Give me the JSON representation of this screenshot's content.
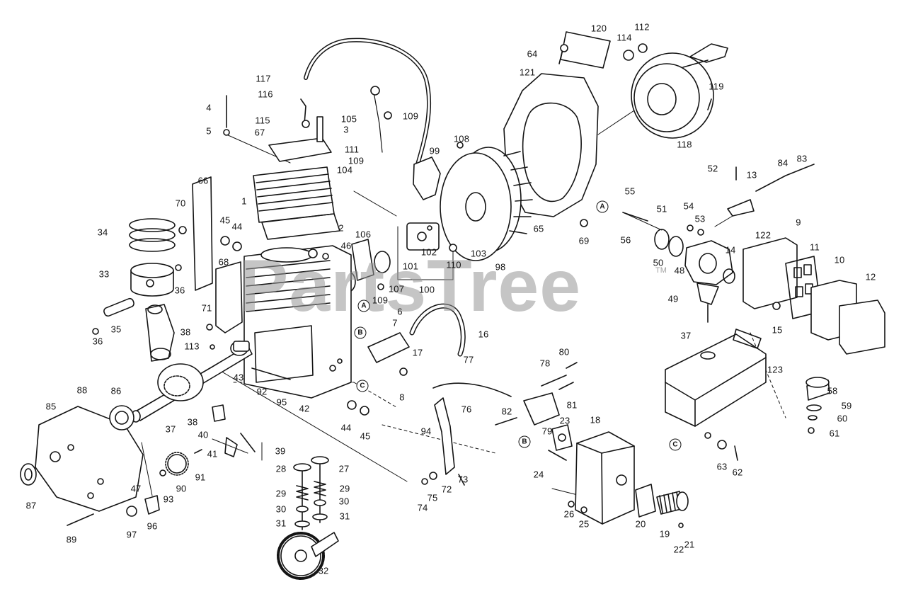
{
  "diagram": {
    "watermark": "PartsTree",
    "trademark": "TM",
    "markers": [
      "A",
      "B",
      "C",
      "A",
      "B",
      "C"
    ],
    "labels": [
      "120",
      "112",
      "114",
      "64",
      "121",
      "119",
      "118",
      "117",
      "116",
      "4",
      "115",
      "3",
      "5",
      "67",
      "105",
      "109",
      "108",
      "99",
      "111",
      "109",
      "104",
      "1",
      "66",
      "70",
      "34",
      "45",
      "44",
      "2",
      "106",
      "46",
      "102",
      "101",
      "103",
      "110",
      "98",
      "65",
      "69",
      "100",
      "107",
      "109",
      "33",
      "68",
      "36",
      "36",
      "35",
      "71",
      "7",
      "6",
      "16",
      "17",
      "38",
      "113",
      "43",
      "92",
      "95",
      "42",
      "8",
      "77",
      "80",
      "78",
      "81",
      "82",
      "79",
      "76",
      "94",
      "72",
      "73",
      "74",
      "75",
      "23",
      "18",
      "24",
      "26",
      "25",
      "20",
      "19",
      "22",
      "21",
      "55",
      "56",
      "51",
      "54",
      "53",
      "50",
      "48",
      "14",
      "49",
      "52",
      "13",
      "84",
      "83",
      "122",
      "9",
      "11",
      "10",
      "12",
      "15",
      "37",
      "123",
      "58",
      "59",
      "60",
      "61",
      "63",
      "62",
      "88",
      "86",
      "85",
      "37",
      "38",
      "40",
      "41",
      "39",
      "44",
      "45",
      "28",
      "27",
      "29",
      "29",
      "30",
      "30",
      "31",
      "31",
      "32",
      "47",
      "93",
      "90",
      "91",
      "87",
      "89",
      "97",
      "96"
    ]
  }
}
